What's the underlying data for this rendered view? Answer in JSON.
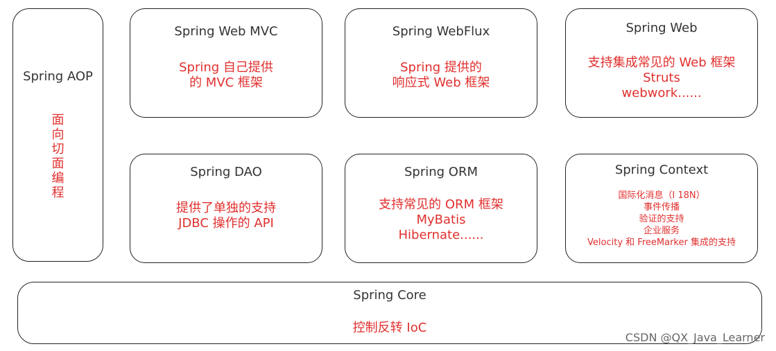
{
  "colors": {
    "title_text": "#333333",
    "description_text": "#e0302e",
    "border": "#222222",
    "background": "#ffffff"
  },
  "modules": {
    "aop": {
      "title": "Spring AOP",
      "description": [
        "面",
        "向",
        "切",
        "面",
        "编",
        "程"
      ]
    },
    "web_mvc": {
      "title": "Spring Web MVC",
      "description": [
        "Spring 自己提供",
        "的 MVC 框架"
      ]
    },
    "webflux": {
      "title": "Spring WebFlux",
      "description": [
        "Spring 提供的",
        "响应式 Web 框架"
      ]
    },
    "web": {
      "title": "Spring Web",
      "description": [
        "支持集成常见的 Web 框架",
        "Struts",
        "webwork......"
      ]
    },
    "dao": {
      "title": "Spring DAO",
      "description": [
        "提供了单独的支持",
        "JDBC 操作的 API"
      ]
    },
    "orm": {
      "title": "Spring ORM",
      "description": [
        "支持常见的 ORM 框架",
        "MyBatis",
        "Hibernate......"
      ]
    },
    "context": {
      "title": "Spring Context",
      "description": [
        "国际化消息（I 18N）",
        "事件传播",
        "验证的支持",
        "企业服务",
        "Velocity 和 FreeMarker 集成的支持"
      ]
    },
    "core": {
      "title": "Spring Core",
      "description": [
        "控制反转 IoC"
      ]
    }
  },
  "watermark": "CSDN @QX_Java_Learner"
}
